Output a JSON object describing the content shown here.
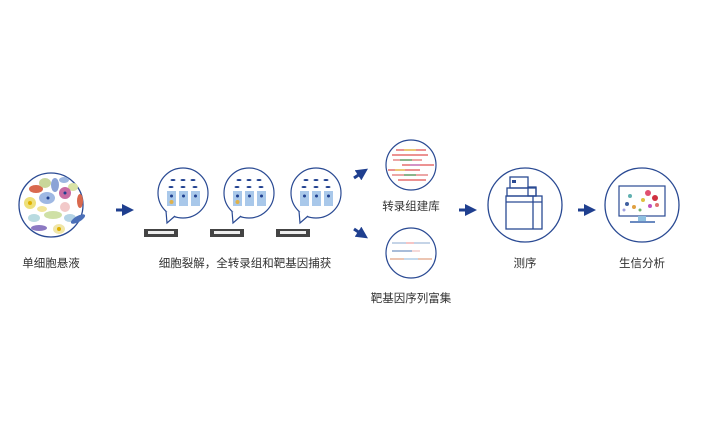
{
  "steps": {
    "suspension": "单细胞悬液",
    "capture": "细胞裂解，全转录组和靶基因捕获",
    "library": "转录组建库",
    "enrichment": "靶基因序列富集",
    "sequencing": "测序",
    "analysis": "生信分析"
  },
  "colors": {
    "accent": "#1f3f8f",
    "circle": "#2a4a93"
  }
}
